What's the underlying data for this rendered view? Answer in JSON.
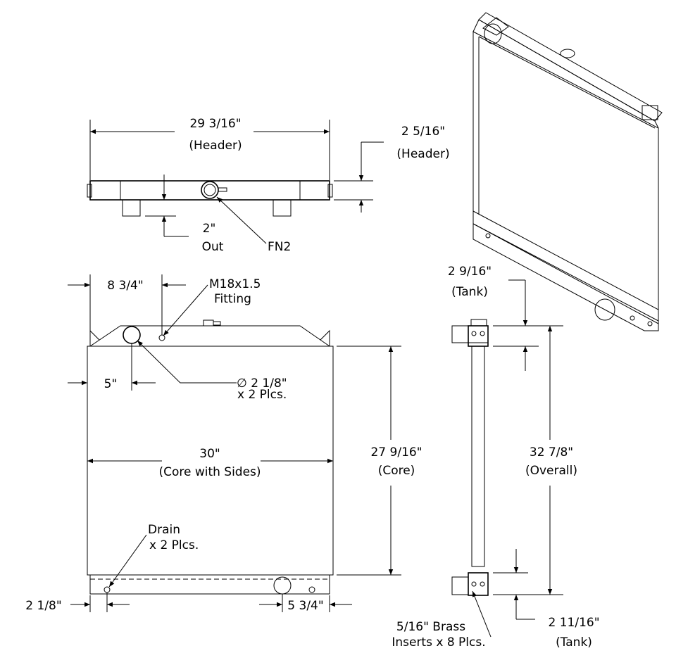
{
  "colors": {
    "line": "#000000",
    "background": "#ffffff"
  },
  "top_view": {
    "header_width": "29 3/16\"",
    "header_width_note": "(Header)",
    "header_height": "2 5/16\"",
    "header_height_note": "(Header)",
    "outlet": "2\"",
    "outlet_note": "Out",
    "fill_neck": "FN2"
  },
  "front_view": {
    "fitting_offset": "8 3/4\"",
    "fitting": "M18x1.5",
    "fitting_note": "Fitting",
    "inlet_offset": "5\"",
    "inlet_diameter": "∅ 2 1/8\"",
    "inlet_qty": "x 2 Plcs.",
    "core_width": "30\"",
    "core_width_note": "(Core with Sides)",
    "core_height": "27 9/16\"",
    "core_height_note": "(Core)",
    "drain": "Drain",
    "drain_qty": "x 2 Plcs.",
    "drain_offset": "2 1/8\"",
    "outlet_offset": "5 3/4\""
  },
  "side_view": {
    "top_tank": "2 9/16\"",
    "top_tank_note": "(Tank)",
    "overall": "32 7/8\"",
    "overall_note": "(Overall)",
    "bottom_tank": "2 11/16\"",
    "bottom_tank_note": "(Tank)",
    "inserts": "5/16\" Brass",
    "inserts_qty": "Inserts x 8 Plcs."
  }
}
